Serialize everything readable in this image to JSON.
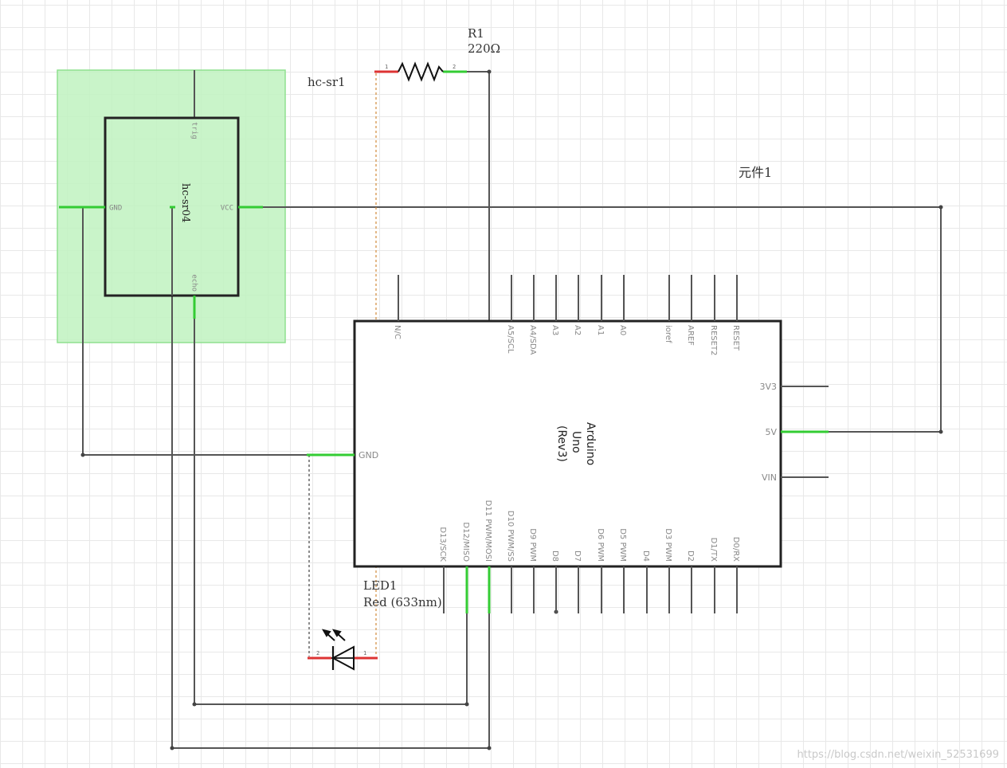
{
  "resistor": {
    "ref": "R1",
    "value": "220Ω",
    "pin1": "1",
    "pin2": "2"
  },
  "sensor": {
    "title": "hc-sr1",
    "body_label": "hc-sr04",
    "pins": {
      "trig": "trig",
      "gnd": "GND",
      "vcc": "VCC",
      "echo": "echo"
    }
  },
  "arduino": {
    "part_label": "元件1",
    "name_line1": "Arduino",
    "name_line2": "Uno",
    "name_line3": "(Rev3)",
    "top_pins": [
      "N/C",
      "A5/SCL",
      "A4/SDA",
      "A3",
      "A2",
      "A1",
      "A0",
      "ioref",
      "AREF",
      "RESET2",
      "RESET"
    ],
    "right_pins": [
      "3V3",
      "5V",
      "VIN"
    ],
    "left_pin": "GND",
    "bottom_pins": [
      "D13/SCK",
      "D12/MISO",
      "D11 PWM/MOSI",
      "D10 PWM/SS",
      "D9 PWM",
      "D8",
      "D7",
      "D6 PWM",
      "D5 PWM",
      "D4",
      "D3 PWM",
      "D2",
      "D1/TX",
      "D0/RX"
    ]
  },
  "led": {
    "ref": "LED1",
    "value": "Red (633nm)",
    "pin1": "1",
    "pin2": "2"
  },
  "watermark": "https://blog.csdn.net/weixin_52531699",
  "colors": {
    "wire": "#555555",
    "pin_connected": "#33cc33",
    "pin_unconnected": "#dd3333",
    "selection": "#9ee89e",
    "ratsnest": "#d08a3a"
  }
}
